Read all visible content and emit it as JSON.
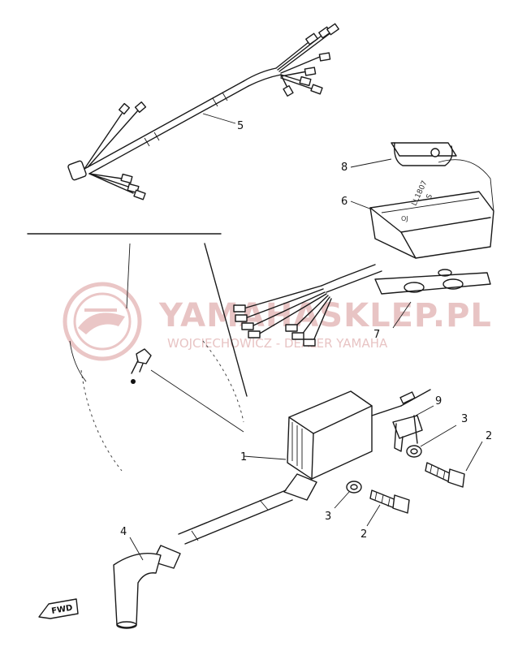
{
  "watermark": {
    "main_text": "YAMAHASKLEP.PL",
    "sub_text": "WOJCIECHOWICZ - DEALER YAMAHA",
    "color": "#e8c4c4"
  },
  "callouts": [
    {
      "id": "callout-5",
      "label": "5"
    },
    {
      "id": "callout-8",
      "label": "8"
    },
    {
      "id": "callout-6",
      "label": "6"
    },
    {
      "id": "callout-7",
      "label": "7"
    },
    {
      "id": "callout-9",
      "label": "9"
    },
    {
      "id": "callout-3-upper",
      "label": "3"
    },
    {
      "id": "callout-2-upper",
      "label": "2"
    },
    {
      "id": "callout-1",
      "label": "1"
    },
    {
      "id": "callout-3-lower",
      "label": "3"
    },
    {
      "id": "callout-2-lower",
      "label": "2"
    },
    {
      "id": "callout-4",
      "label": "4"
    }
  ],
  "direction_badge": {
    "label": "FWD"
  },
  "unit_markings": {
    "line1": "LL1807",
    "line2": "S",
    "line3": "OJ"
  },
  "colors": {
    "ink": "#1a1a1a",
    "background": "#ffffff"
  }
}
